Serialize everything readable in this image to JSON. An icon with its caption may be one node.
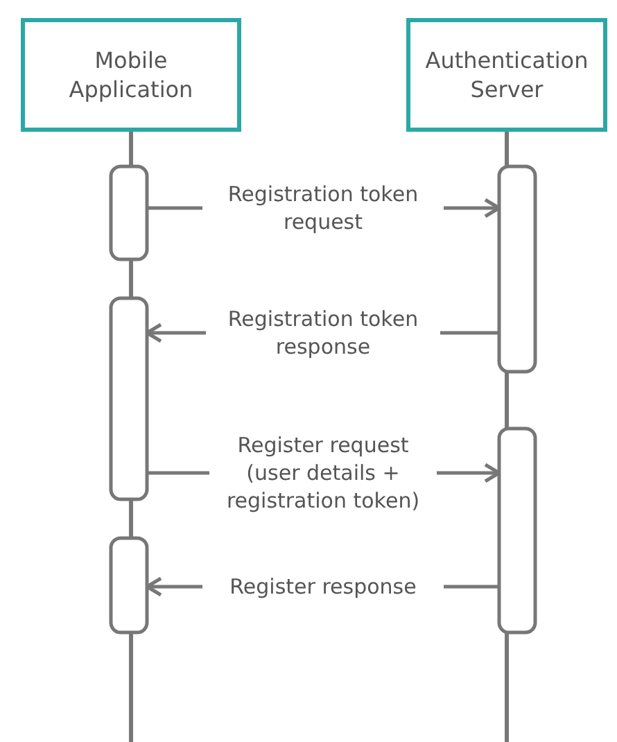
{
  "diagram": {
    "nodes": [
      {
        "text": [
          "Mobile Application"
        ]
      },
      {
        "text": [
          "Authentication Server"
        ]
      },
      {
        "text": [],
        "shape": "bar"
      },
      {
        "text": [],
        "shape": "bar"
      },
      {
        "text": [],
        "shape": "bar"
      },
      {
        "text": [],
        "shape": "bar"
      },
      {
        "text": [],
        "shape": "bar"
      }
    ],
    "edges": [
      {
        "from": 2,
        "to": 3,
        "arrow": "to",
        "label": "Registration token request"
      },
      {
        "from": 3,
        "to": 4,
        "arrow": "to",
        "label": "Registration token response"
      },
      {
        "from": 4,
        "to": 5,
        "arrow": "to",
        "label": "Register request (user details + registration token)"
      },
      {
        "from": 5,
        "to": 6,
        "arrow": "to",
        "label": "Register response"
      }
    ]
  }
}
